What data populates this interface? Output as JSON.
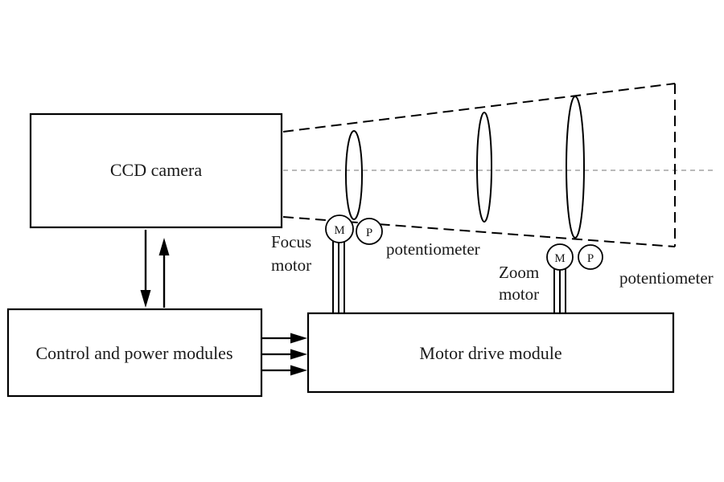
{
  "diagram": {
    "boxes": {
      "ccd_camera": "CCD camera",
      "control_power": "Control and power modules",
      "motor_drive": "Motor drive module"
    },
    "focus": {
      "label_line1": "Focus",
      "label_line2": "motor",
      "m": "M",
      "p": "P",
      "potentiometer": "potentiometer"
    },
    "zoom": {
      "label_line1": "Zoom",
      "label_line2": "motor",
      "m": "M",
      "p": "P",
      "potentiometer": "potentiometer"
    },
    "colors": {
      "stroke": "#000000",
      "axis": "#909090",
      "background": "#ffffff"
    }
  }
}
